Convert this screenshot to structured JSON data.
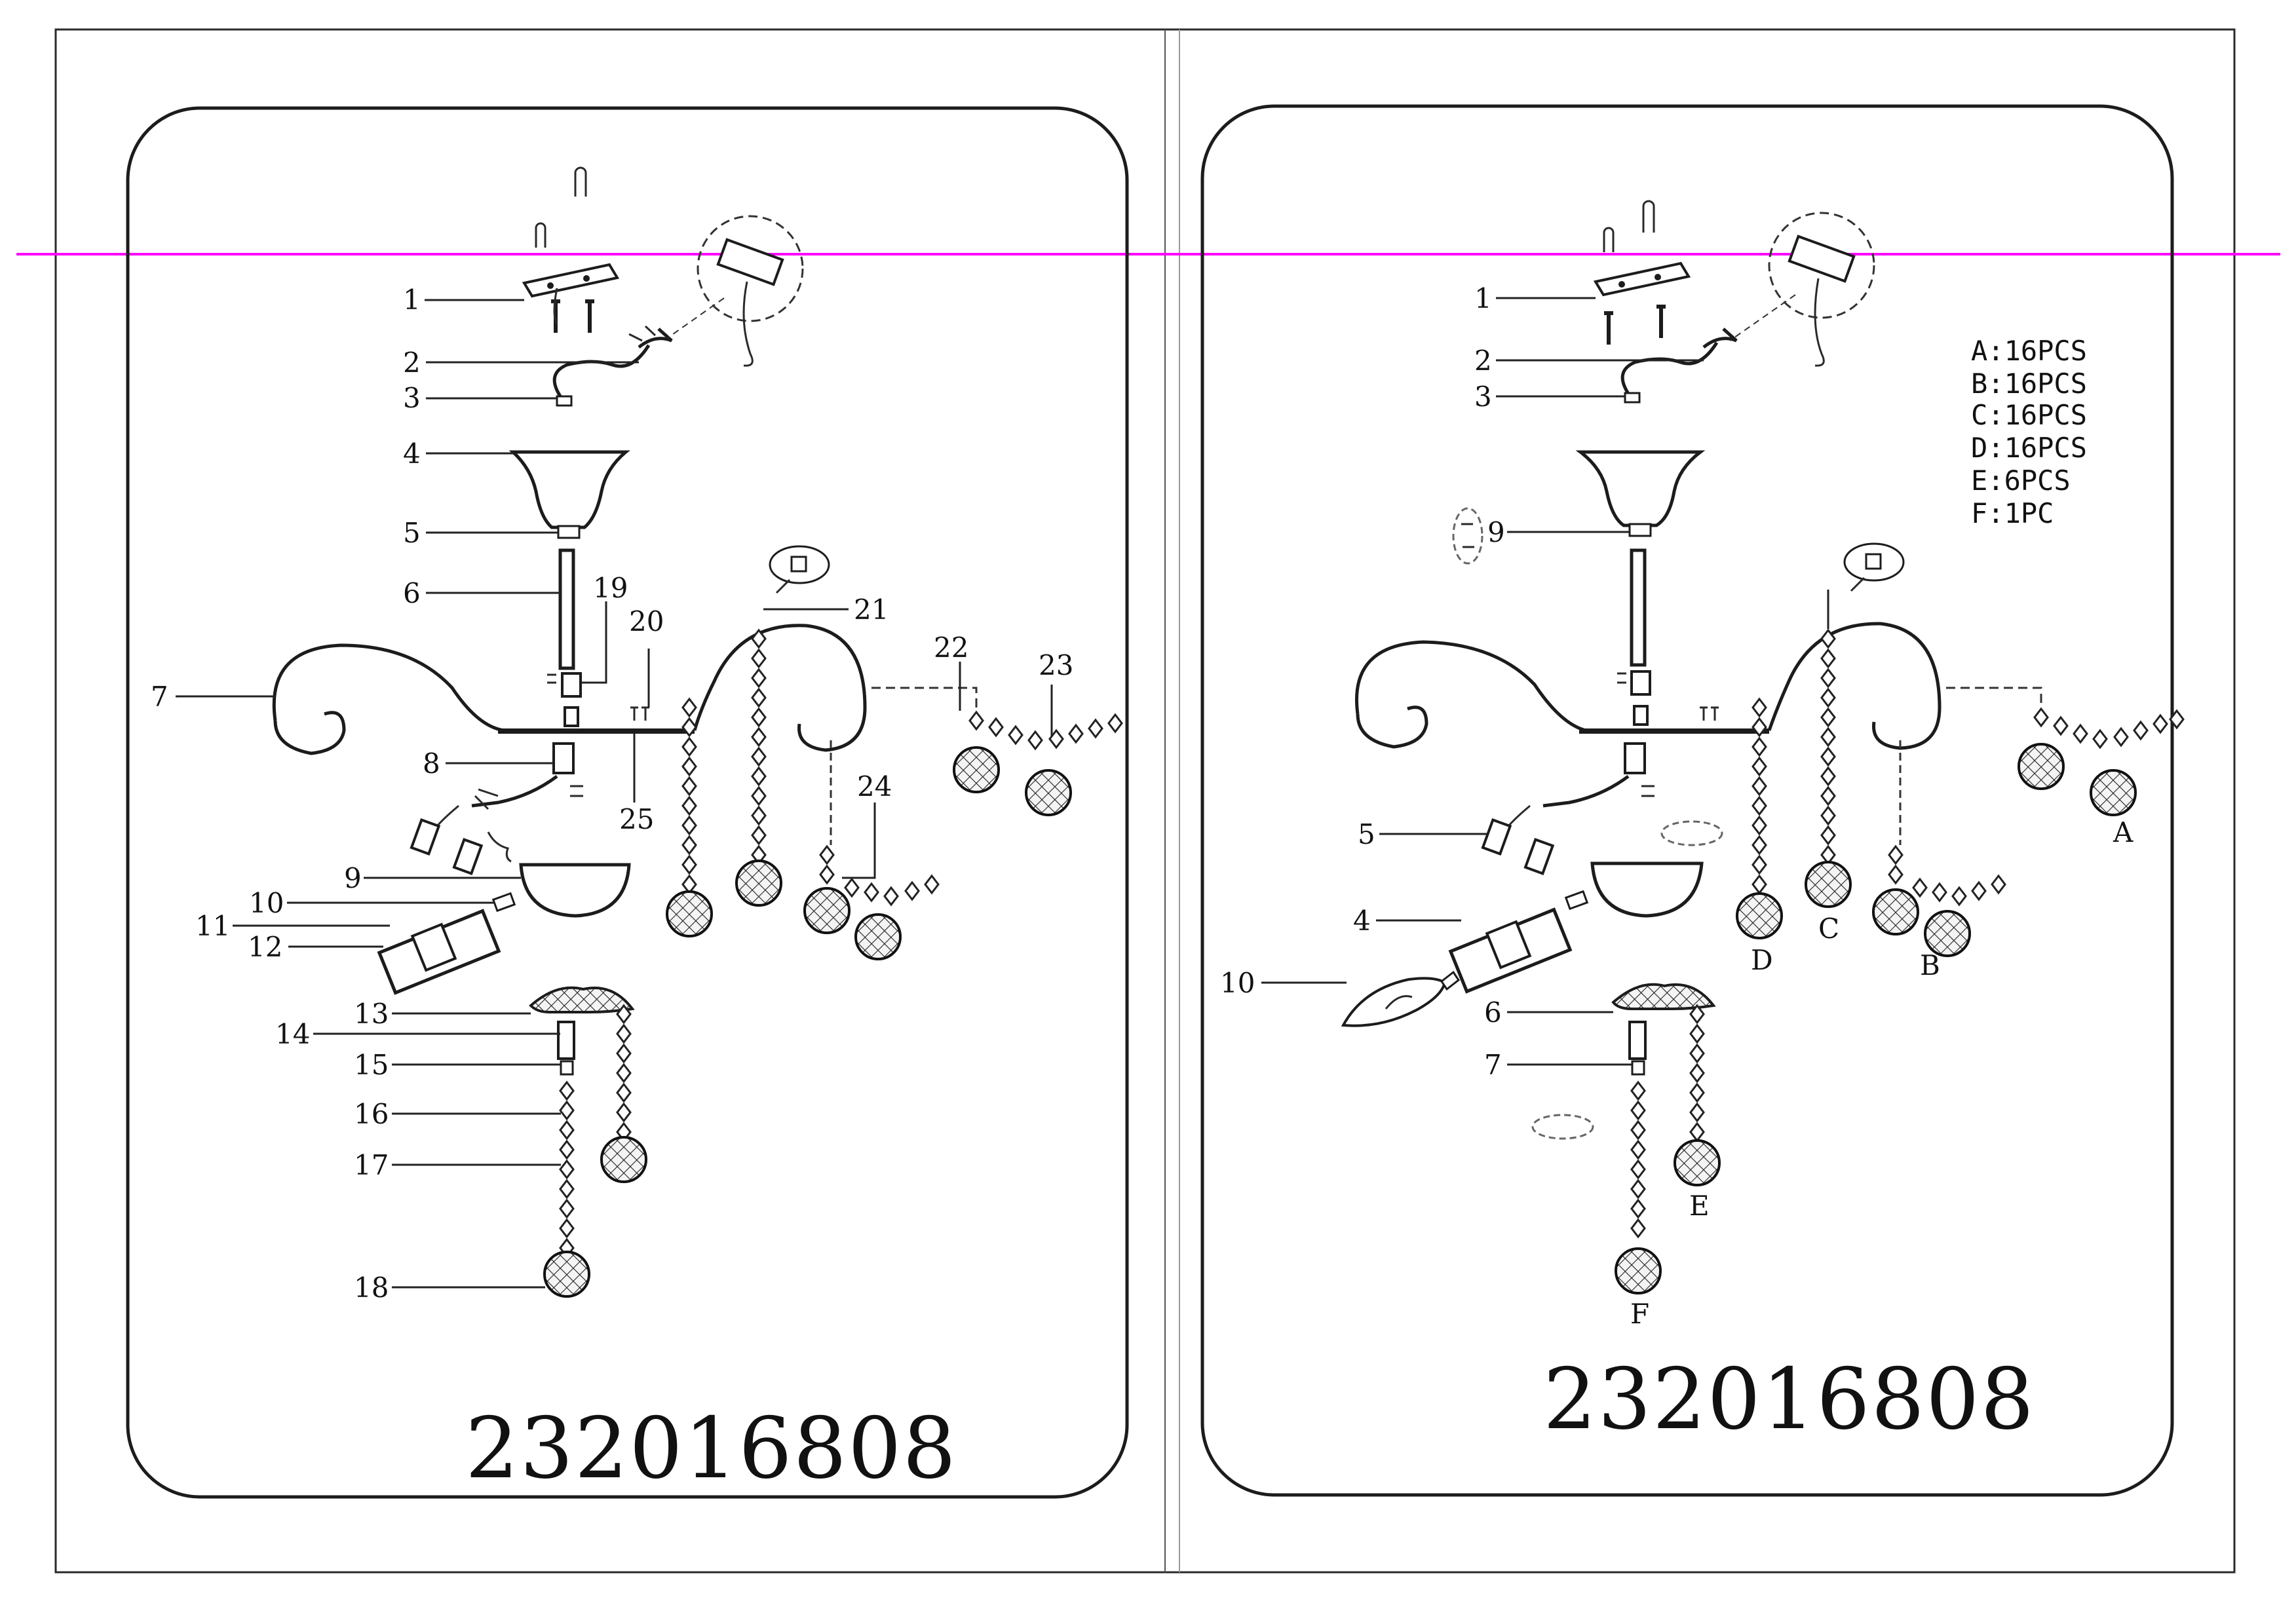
{
  "left_panel": {
    "model_number": "232016808",
    "callouts": [
      "1",
      "2",
      "3",
      "4",
      "5",
      "6",
      "7",
      "8",
      "9",
      "10",
      "11",
      "12",
      "13",
      "14",
      "15",
      "16",
      "17",
      "18",
      "19",
      "20",
      "21",
      "22",
      "23",
      "24",
      "25"
    ]
  },
  "right_panel": {
    "model_number": "232016808",
    "callouts": [
      "1",
      "2",
      "3",
      "9",
      "5",
      "4",
      "10",
      "6",
      "7"
    ],
    "pendant_letters": [
      "A",
      "B",
      "C",
      "D",
      "E",
      "F"
    ],
    "quantities": [
      {
        "letter": "A",
        "text": "A:16PCS"
      },
      {
        "letter": "B",
        "text": "B:16PCS"
      },
      {
        "letter": "C",
        "text": "C:16PCS"
      },
      {
        "letter": "D",
        "text": "D:16PCS"
      },
      {
        "letter": "E",
        "text": "E:6PCS"
      },
      {
        "letter": "F",
        "text": "F:1PC"
      }
    ]
  },
  "colors": {
    "ink": "#1c1c1c",
    "guide_line": "#ff00ff"
  }
}
